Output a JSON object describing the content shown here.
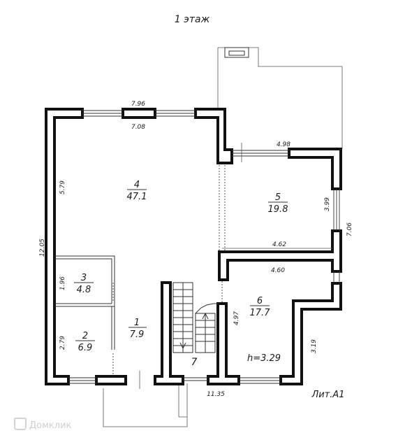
{
  "floor_title": "1 этаж",
  "lit_label": "Лит.А1",
  "height_label": "h=3.29",
  "watermark": "Домклик",
  "rooms": [
    {
      "number": "1",
      "area": "7.9"
    },
    {
      "number": "2",
      "area": "6.9"
    },
    {
      "number": "3",
      "area": "4.8"
    },
    {
      "number": "4",
      "area": "47.1"
    },
    {
      "number": "5",
      "area": "19.8"
    },
    {
      "number": "6",
      "area": "17.7"
    },
    {
      "number": "7",
      "area": ""
    }
  ],
  "dimensions": {
    "top_outer": "7.96",
    "top_inner": "7.08",
    "left_total": "12.05",
    "room4_height": "5.79",
    "room3_height": "1.96",
    "room2_height": "2.79",
    "room5_top": "4.98",
    "room5_height": "3.99",
    "right_outer": "7.06",
    "room5_bottom": "4.62",
    "room6_top": "4.60",
    "room6_height": "4.97",
    "right_lower": "3.19",
    "bottom_total": "11.35"
  }
}
